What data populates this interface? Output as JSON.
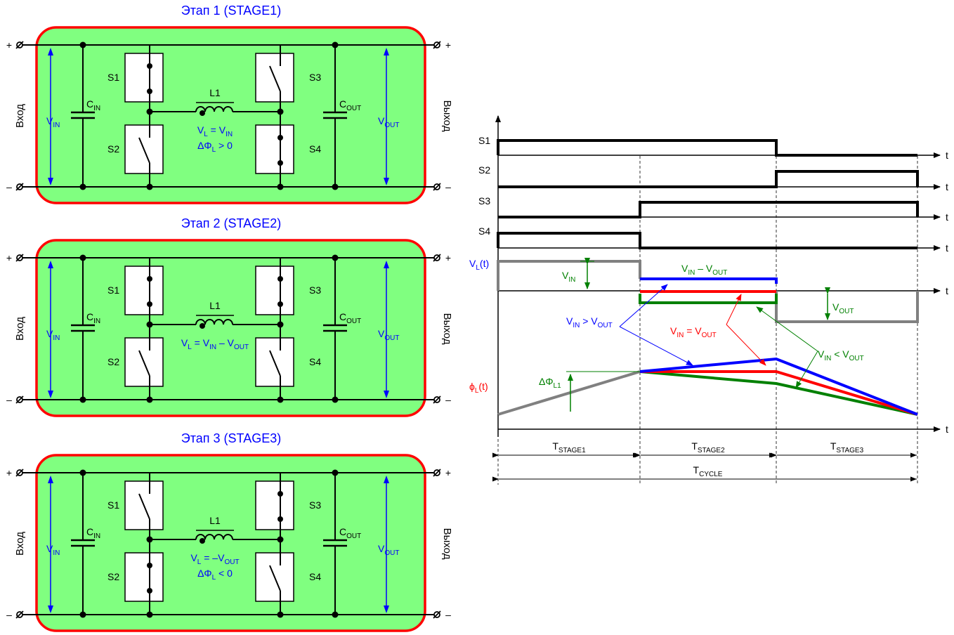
{
  "stages": [
    {
      "title": "Этап 1 (STAGE1)",
      "s1": "closed",
      "s2": "open",
      "s3": "open",
      "s4": "closed",
      "line1": [
        {
          "t": "V"
        },
        {
          "t": "L",
          "sub": true
        },
        {
          "t": " = V"
        },
        {
          "t": "IN",
          "sub": true
        }
      ],
      "line2": [
        {
          "t": "ΔΦ"
        },
        {
          "t": "L",
          "sub": true
        },
        {
          "t": " > 0"
        }
      ]
    },
    {
      "title": "Этап 2 (STAGE2)",
      "s1": "closed",
      "s2": "open",
      "s3": "closed",
      "s4": "open",
      "line1": [
        {
          "t": "V"
        },
        {
          "t": "L",
          "sub": true
        },
        {
          "t": " = V"
        },
        {
          "t": "IN",
          "sub": true
        },
        {
          "t": " – V"
        },
        {
          "t": "OUT",
          "sub": true
        }
      ],
      "line2": []
    },
    {
      "title": "Этап 3 (STAGE3)",
      "s1": "open",
      "s2": "closed",
      "s3": "closed",
      "s4": "open",
      "line1": [
        {
          "t": "V"
        },
        {
          "t": "L",
          "sub": true
        },
        {
          "t": " = –V"
        },
        {
          "t": "OUT",
          "sub": true
        }
      ],
      "line2": [
        {
          "t": "ΔΦ"
        },
        {
          "t": "L",
          "sub": true
        },
        {
          "t": " < 0"
        }
      ]
    }
  ],
  "circuit": {
    "input_label": "Вход",
    "output_label": "Выход",
    "plus": "+",
    "minus": "–",
    "switch_names": [
      "S1",
      "S2",
      "S3",
      "S4"
    ],
    "inductor": "L1",
    "cin": [
      {
        "t": "C"
      },
      {
        "t": "IN",
        "sub": true
      }
    ],
    "cout": [
      {
        "t": "C"
      },
      {
        "t": "OUT",
        "sub": true
      }
    ],
    "vin": [
      {
        "t": "V"
      },
      {
        "t": "IN",
        "sub": true
      }
    ],
    "vout": [
      {
        "t": "V"
      },
      {
        "t": "OUT",
        "sub": true
      }
    ]
  },
  "timing": {
    "signals": [
      "S1",
      "S2",
      "S3",
      "S4"
    ],
    "t_label": "t",
    "vl_label": [
      {
        "t": "V"
      },
      {
        "t": "L",
        "sub": true
      },
      {
        "t": "(t)"
      }
    ],
    "phi_label": [
      {
        "t": "ϕ"
      },
      {
        "t": "L",
        "sub": true
      },
      {
        "t": "(t)"
      }
    ],
    "vin": [
      {
        "t": "V"
      },
      {
        "t": "IN",
        "sub": true
      }
    ],
    "vout": [
      {
        "t": "V"
      },
      {
        "t": "OUT",
        "sub": true
      }
    ],
    "vin_minus_vout": [
      {
        "t": "V"
      },
      {
        "t": "IN",
        "sub": true
      },
      {
        "t": " – V"
      },
      {
        "t": "OUT",
        "sub": true
      }
    ],
    "case_gt": [
      {
        "t": "V"
      },
      {
        "t": "IN",
        "sub": true
      },
      {
        "t": " > V"
      },
      {
        "t": "OUT",
        "sub": true
      }
    ],
    "case_eq": [
      {
        "t": "V"
      },
      {
        "t": "IN",
        "sub": true
      },
      {
        "t": " = V"
      },
      {
        "t": "OUT",
        "sub": true
      }
    ],
    "case_lt": [
      {
        "t": "V"
      },
      {
        "t": "IN",
        "sub": true
      },
      {
        "t": " < V"
      },
      {
        "t": "OUT",
        "sub": true
      }
    ],
    "dphi": [
      {
        "t": "ΔΦ"
      },
      {
        "t": "L1",
        "sub": true
      }
    ],
    "periods": [
      [
        {
          "t": "T"
        },
        {
          "t": "STAGE1",
          "sub": true
        }
      ],
      [
        {
          "t": "T"
        },
        {
          "t": "STAGE2",
          "sub": true
        }
      ],
      [
        {
          "t": "T"
        },
        {
          "t": "STAGE3",
          "sub": true
        }
      ]
    ],
    "cycle": [
      {
        "t": "T"
      },
      {
        "t": "CYCLE",
        "sub": true
      }
    ],
    "colors": {
      "gt": "#0000ff",
      "eq": "#ff0000",
      "lt": "#008000",
      "base": "#808080"
    }
  }
}
